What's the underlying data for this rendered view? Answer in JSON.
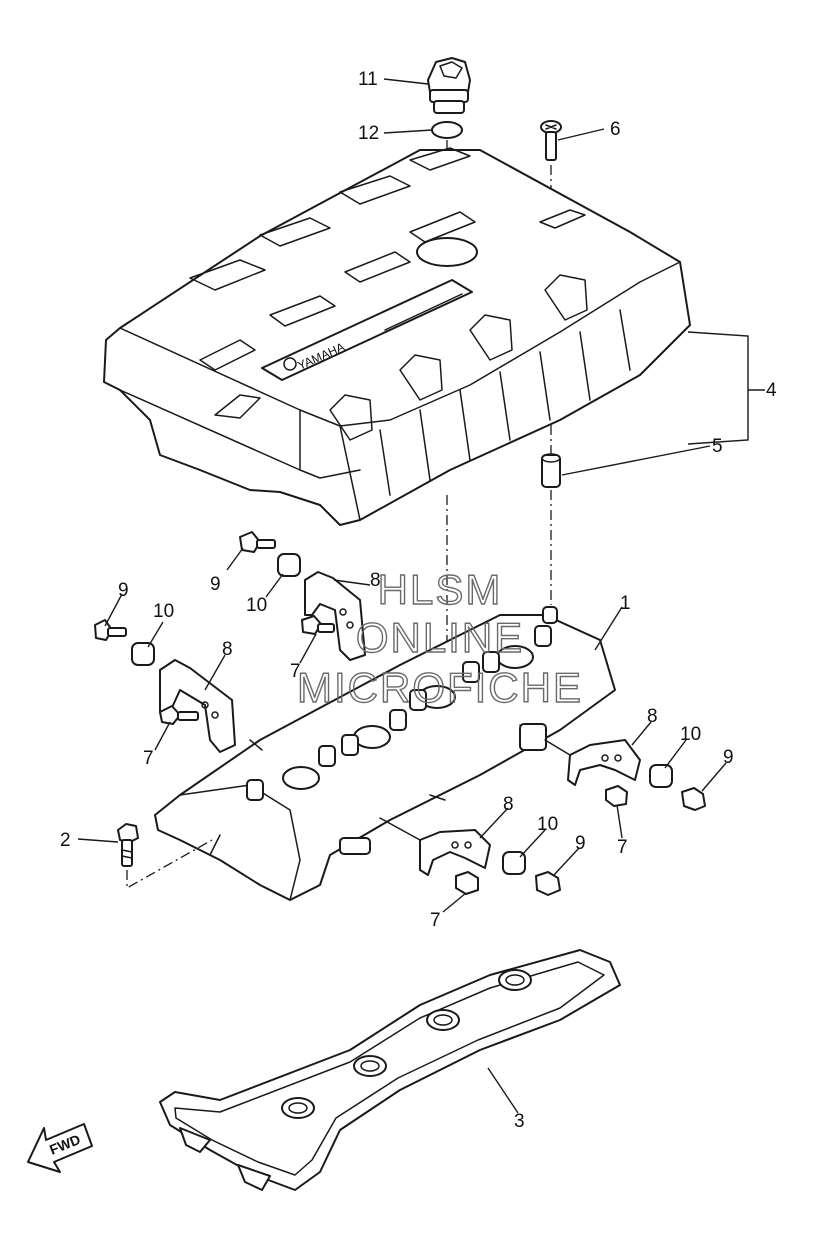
{
  "callouts": {
    "c1": "1",
    "c2": "2",
    "c3": "3",
    "c4": "4",
    "c5": "5",
    "c6": "6",
    "c7a": "7",
    "c7b": "7",
    "c7c": "7",
    "c7d": "7",
    "c8a": "8",
    "c8b": "8",
    "c8c": "8",
    "c8d": "8",
    "c9a": "9",
    "c9b": "9",
    "c9c": "9",
    "c9d": "9",
    "c10a": "10",
    "c10b": "10",
    "c10c": "10",
    "c10d": "10",
    "c11": "11",
    "c12": "12"
  },
  "logo_text": "YAMAHA",
  "fwd_label": "FWD",
  "watermark": {
    "line1": "HLSM",
    "line2": "ONLINE",
    "line3": "MICROFICHE"
  }
}
